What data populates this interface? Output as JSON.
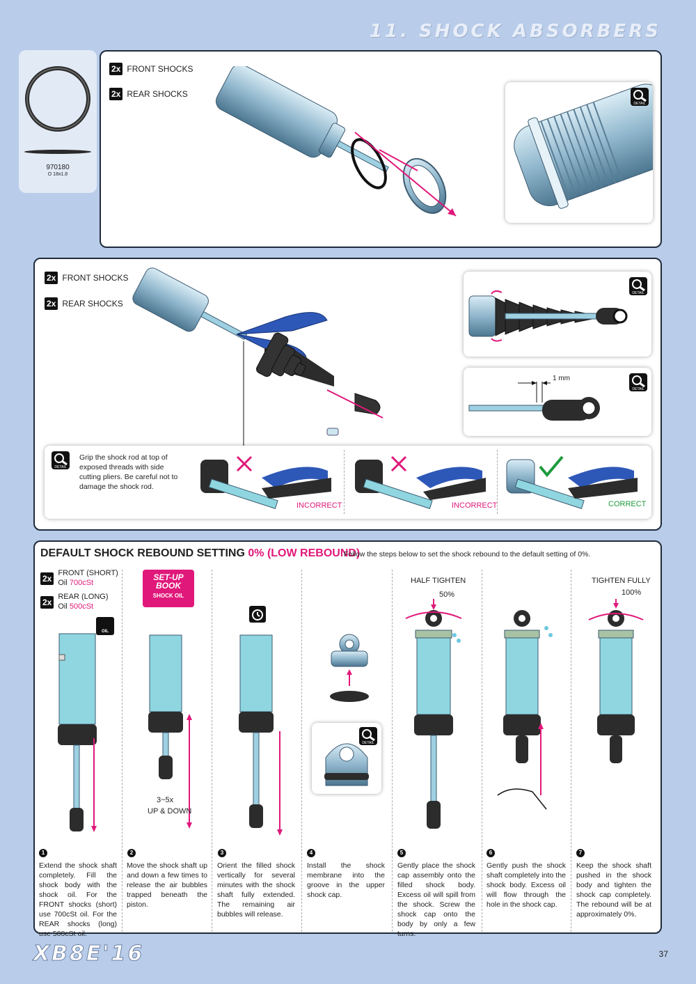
{
  "header": {
    "title": "11. SHOCK ABSORBERS"
  },
  "part": {
    "number": "970180",
    "spec": "O 18x1.8"
  },
  "section1": {
    "qty_front": "2x",
    "front_label": "FRONT SHOCKS",
    "qty_rear": "2x",
    "rear_label": "REAR SHOCKS",
    "detail_label": "DETAIL"
  },
  "section2": {
    "qty_front": "2x",
    "front_label": "FRONT SHOCKS",
    "qty_rear": "2x",
    "rear_label": "REAR SHOCKS",
    "gap_label": "1 mm",
    "tip_text": "Grip the shock rod at top of exposed threads with side cutting pliers. Be careful not to damage the shock rod.",
    "incorrect1": "INCORRECT",
    "incorrect2": "INCORRECT",
    "correct": "CORRECT",
    "detail_label": "DETAIL"
  },
  "section3": {
    "title_main": "DEFAULT SHOCK REBOUND SETTING ",
    "title_accent": "0% (LOW  REBOUND)",
    "subtitle": "Follow the steps below to set the shock rebound to the default setting of 0%.",
    "qty_front": "2x",
    "front_label": "FRONT (SHORT)",
    "front_oil_prefix": "Oil ",
    "front_oil": "700cSt",
    "qty_rear": "2x",
    "rear_label": "REAR (LONG)",
    "rear_oil_prefix": "Oil ",
    "rear_oil": "500cSt",
    "setup_line1": "SET-UP",
    "setup_line2": "BOOK",
    "setup_line3": "SHOCK OIL",
    "oil_label": "OIL",
    "updown_count": "3~5x",
    "updown_label": "UP & DOWN",
    "half_tighten": "HALF TIGHTEN",
    "half_pct": "50%",
    "tighten_fully": "TIGHTEN FULLY",
    "full_pct": "100%",
    "detail_label": "DETAIL",
    "steps": [
      {
        "num": "1",
        "text": "Extend the shock shaft completely. Fill the shock body with the shock oil. For the FRONT shocks (short) use 700cSt oil. For the REAR shocks (long) use 500cSt oil."
      },
      {
        "num": "2",
        "text": "Move the shock shaft up and down a few times to release the air bubbles trapped beneath the piston."
      },
      {
        "num": "3",
        "text": "Orient the filled shock vertically for several minutes with the shock shaft fully extended. The remaining air bubbles will release."
      },
      {
        "num": "4",
        "text": "Install the shock membrane into the groove in the upper shock cap."
      },
      {
        "num": "5",
        "text": "Gently place the shock cap assembly onto the filled shock body. Excess oil will spill from the shock. Screw the shock cap onto the body by only a few turns."
      },
      {
        "num": "6",
        "text": "Gently push the shock shaft completely into the shock body. Excess oil will flow through the hole in the shock cap."
      },
      {
        "num": "7",
        "text": "Keep the shock shaft pushed in the shock body and tighten the shock cap completely. The rebound will be at approximately 0%."
      }
    ]
  },
  "footer": {
    "logo": "XB8E'16",
    "page": "37"
  },
  "colors": {
    "accent": "#e0187a",
    "correct": "#1c9a3c",
    "shock": "#8fd6e0",
    "page_bg": "#b9cdea"
  }
}
